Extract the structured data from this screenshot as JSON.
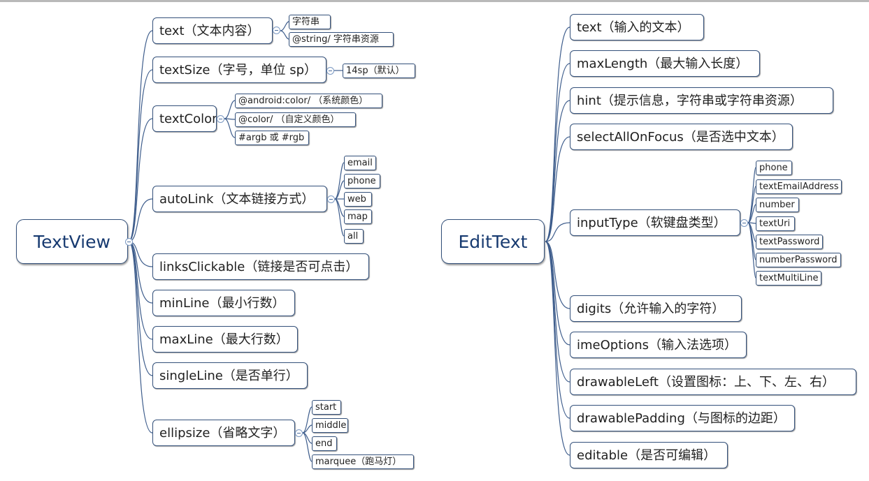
{
  "textview": {
    "title": "TextView",
    "props": [
      {
        "label": "text（文本内容）",
        "values": [
          "字符串",
          "@string/ 字符串资源"
        ]
      },
      {
        "label": "textSize（字号，单位 sp）",
        "values": [
          "14sp（默认）"
        ]
      },
      {
        "label": "textColor",
        "values": [
          "@android:color/ （系统颜色）",
          "@color/ （自定义颜色）",
          "#argb 或 #rgb"
        ]
      },
      {
        "label": "autoLink（文本链接方式）",
        "values": [
          "email",
          "phone",
          "web",
          "map",
          "all"
        ]
      },
      {
        "label": "linksClickable（链接是否可点击）",
        "values": []
      },
      {
        "label": "minLine（最小行数）",
        "values": []
      },
      {
        "label": "maxLine（最大行数）",
        "values": []
      },
      {
        "label": "singleLine（是否单行）",
        "values": []
      },
      {
        "label": "ellipsize（省略文字）",
        "values": [
          "start",
          "middle",
          "end",
          "marquee（跑马灯）"
        ]
      }
    ]
  },
  "edittext": {
    "title": "EditText",
    "props": [
      {
        "label": "text（输入的文本）",
        "values": []
      },
      {
        "label": "maxLength（最大输入长度）",
        "values": []
      },
      {
        "label": "hint（提示信息，字符串或字符串资源）",
        "values": []
      },
      {
        "label": "selectAllOnFocus（是否选中文本）",
        "values": []
      },
      {
        "label": "inputType（软键盘类型）",
        "values": [
          "phone",
          "textEmailAddress",
          "number",
          "textUri",
          "textPassword",
          "numberPassword",
          "textMultiLine"
        ]
      },
      {
        "label": "digits（允许输入的字符）",
        "values": []
      },
      {
        "label": "imeOptions（输入法选项）",
        "values": []
      },
      {
        "label": "drawableLeft（设置图标：上、下、左、右）",
        "values": []
      },
      {
        "label": "drawablePadding（与图标的边距）",
        "values": []
      },
      {
        "label": "editable（是否可编辑）",
        "values": []
      }
    ]
  }
}
